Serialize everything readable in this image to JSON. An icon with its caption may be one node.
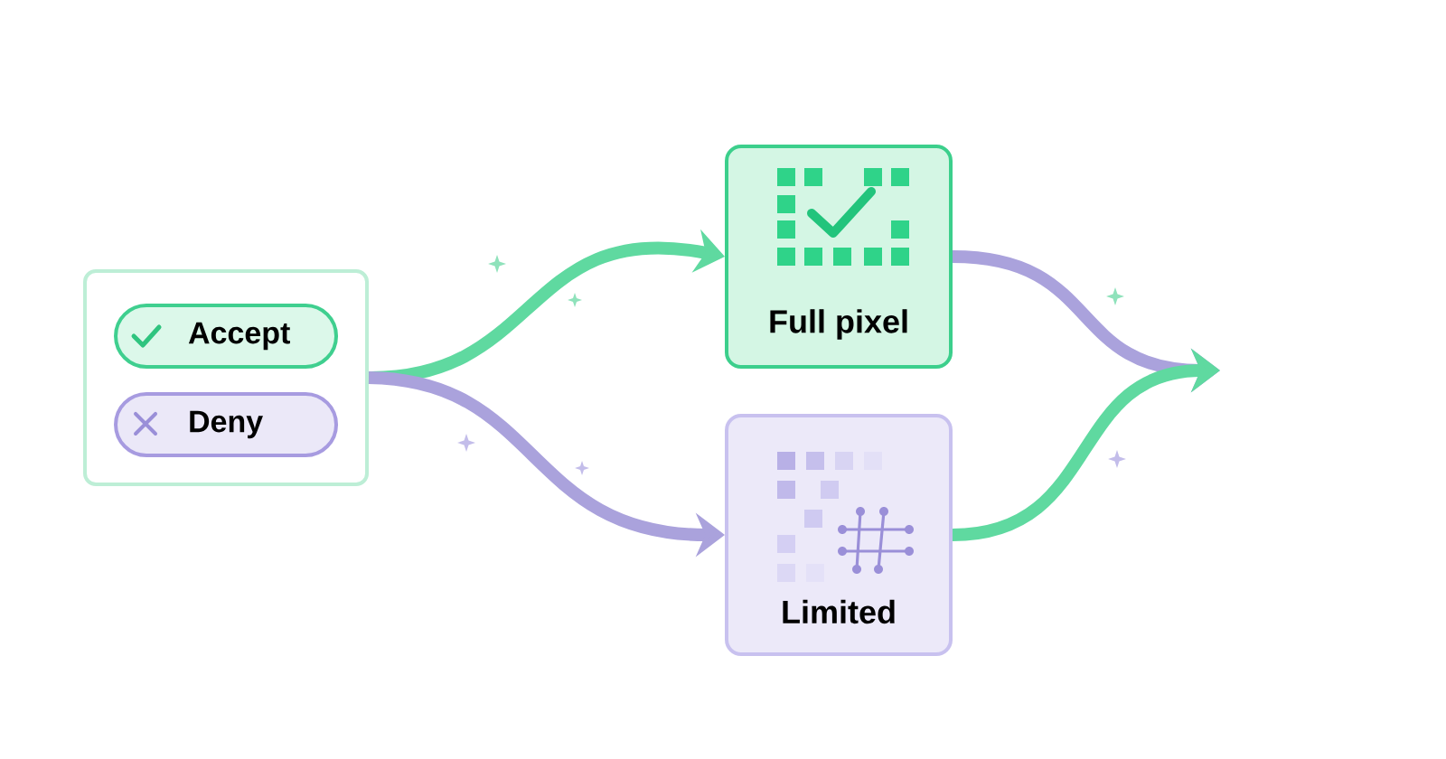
{
  "diagram": {
    "nodes": [
      {
        "text": [],
        "shape": "box"
      },
      {
        "text": [
          "Accept"
        ],
        "in": 0
      },
      {
        "text": [
          "Deny"
        ],
        "in": 0
      },
      {
        "text": [
          "Full pixel"
        ]
      },
      {
        "text": [
          "Limited"
        ]
      }
    ],
    "edges": [
      {
        "from": 0,
        "to": 3,
        "arrow": "to",
        "color": "#5fd9a0"
      },
      {
        "from": 0,
        "to": 4,
        "arrow": "to",
        "color": "#aaa2dc"
      },
      {
        "from": 3,
        "to": null,
        "arrow": "to",
        "color": "#aaa2dc"
      },
      {
        "from": 4,
        "to": null,
        "arrow": "to",
        "color": "#5fd9a0"
      }
    ]
  }
}
